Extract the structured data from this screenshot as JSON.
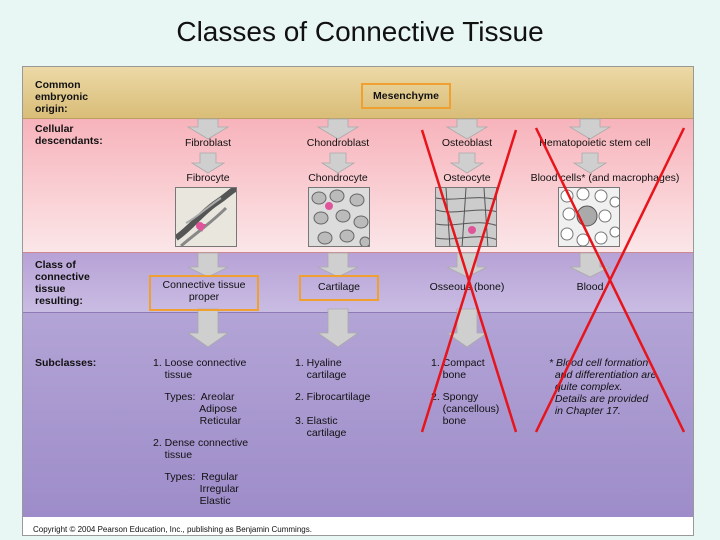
{
  "slide": {
    "title": "Classes of Connective Tissue"
  },
  "rows": {
    "origin": "Common\nembryonic\norigin:",
    "descendants": "Cellular\ndescendants:",
    "class": "Class of\nconnective\ntissue\nresulting:",
    "subclasses": "Subclasses:"
  },
  "mesenchyme": "Mesenchyme",
  "columns": [
    {
      "stem": "Fibroblast",
      "mature": "Fibrocyte",
      "class": "Connective tissue\nproper"
    },
    {
      "stem": "Chondroblast",
      "mature": "Chondrocyte",
      "class": "Cartilage"
    },
    {
      "stem": "Osteoblast",
      "mature": "Osteocyte",
      "class": "Osseous (bone)"
    },
    {
      "stem": "Hematopoietic stem cell",
      "mature": "Blood cells* (and macrophages)",
      "class": "Blood"
    }
  ],
  "subclasses": {
    "ctp": [
      "1. Loose connective\n    tissue",
      "    Types:  Areolar\n                Adipose\n                Reticular",
      "2. Dense connective\n    tissue",
      "    Types:  Regular\n                Irregular\n                Elastic"
    ],
    "cartilage": [
      "1. Hyaline\n    cartilage",
      "2. Fibrocartilage",
      "3. Elastic\n    cartilage"
    ],
    "bone": [
      "1. Compact\n    bone",
      "2. Spongy\n    (cancellous)\n    bone"
    ],
    "blood_note": "* Blood cell formation\n  and differentiation are\n  quite complex.\n  Details are provided\n  in Chapter 17."
  },
  "copyright": "Copyright © 2004 Pearson Education, Inc., publishing as Benjamin Cummings.",
  "colors": {
    "highlight": "#f0a030",
    "cross": "#e8141c",
    "arrow_head": "#e0559a"
  }
}
